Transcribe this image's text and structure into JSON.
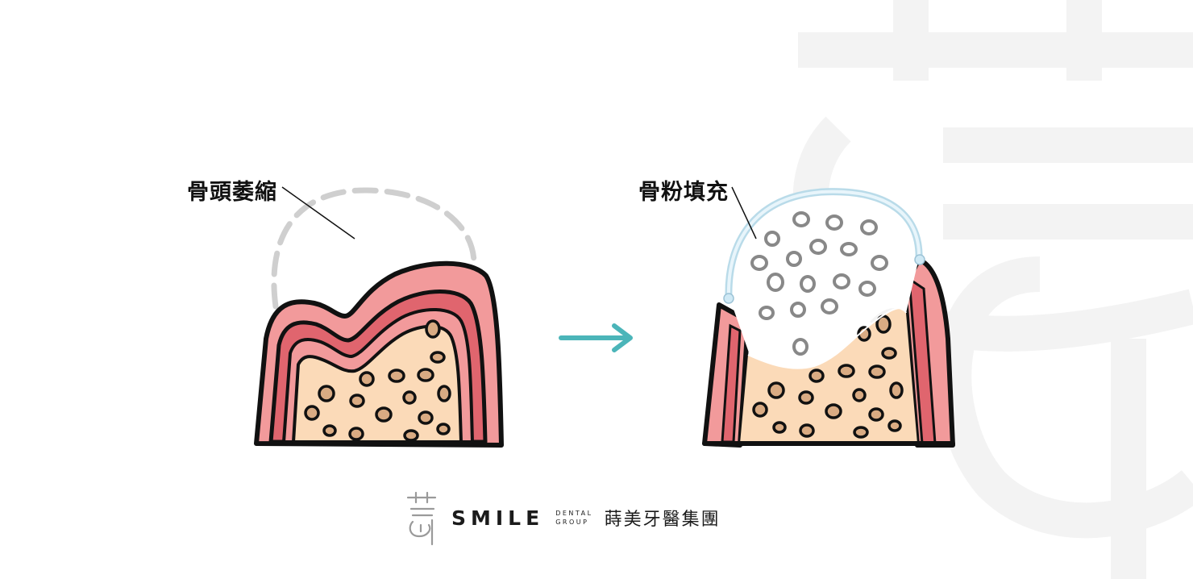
{
  "labels": {
    "before": "骨頭萎縮",
    "after": "骨粉填充"
  },
  "brand": {
    "name": "SMILE",
    "sub_line1": "DENTAL",
    "sub_line2": "GROUP",
    "chinese": "蒔美牙醫集團",
    "logo_char": "蒔"
  },
  "colors": {
    "gum_outer": "#f29a9b",
    "gum_inner": "#e0656e",
    "bone": "#fbdab8",
    "bone_cell": "#d9ab83",
    "outline": "#111111",
    "arrow": "#4bb5b9",
    "dashed_outline": "#cfcfcf",
    "membrane": "#cfe9f5",
    "graft_particle": "#ffffff",
    "graft_particle_stroke": "#888888",
    "watermark": "#f4f4f4"
  },
  "icons": {
    "arrow": "arrow-right-icon"
  }
}
